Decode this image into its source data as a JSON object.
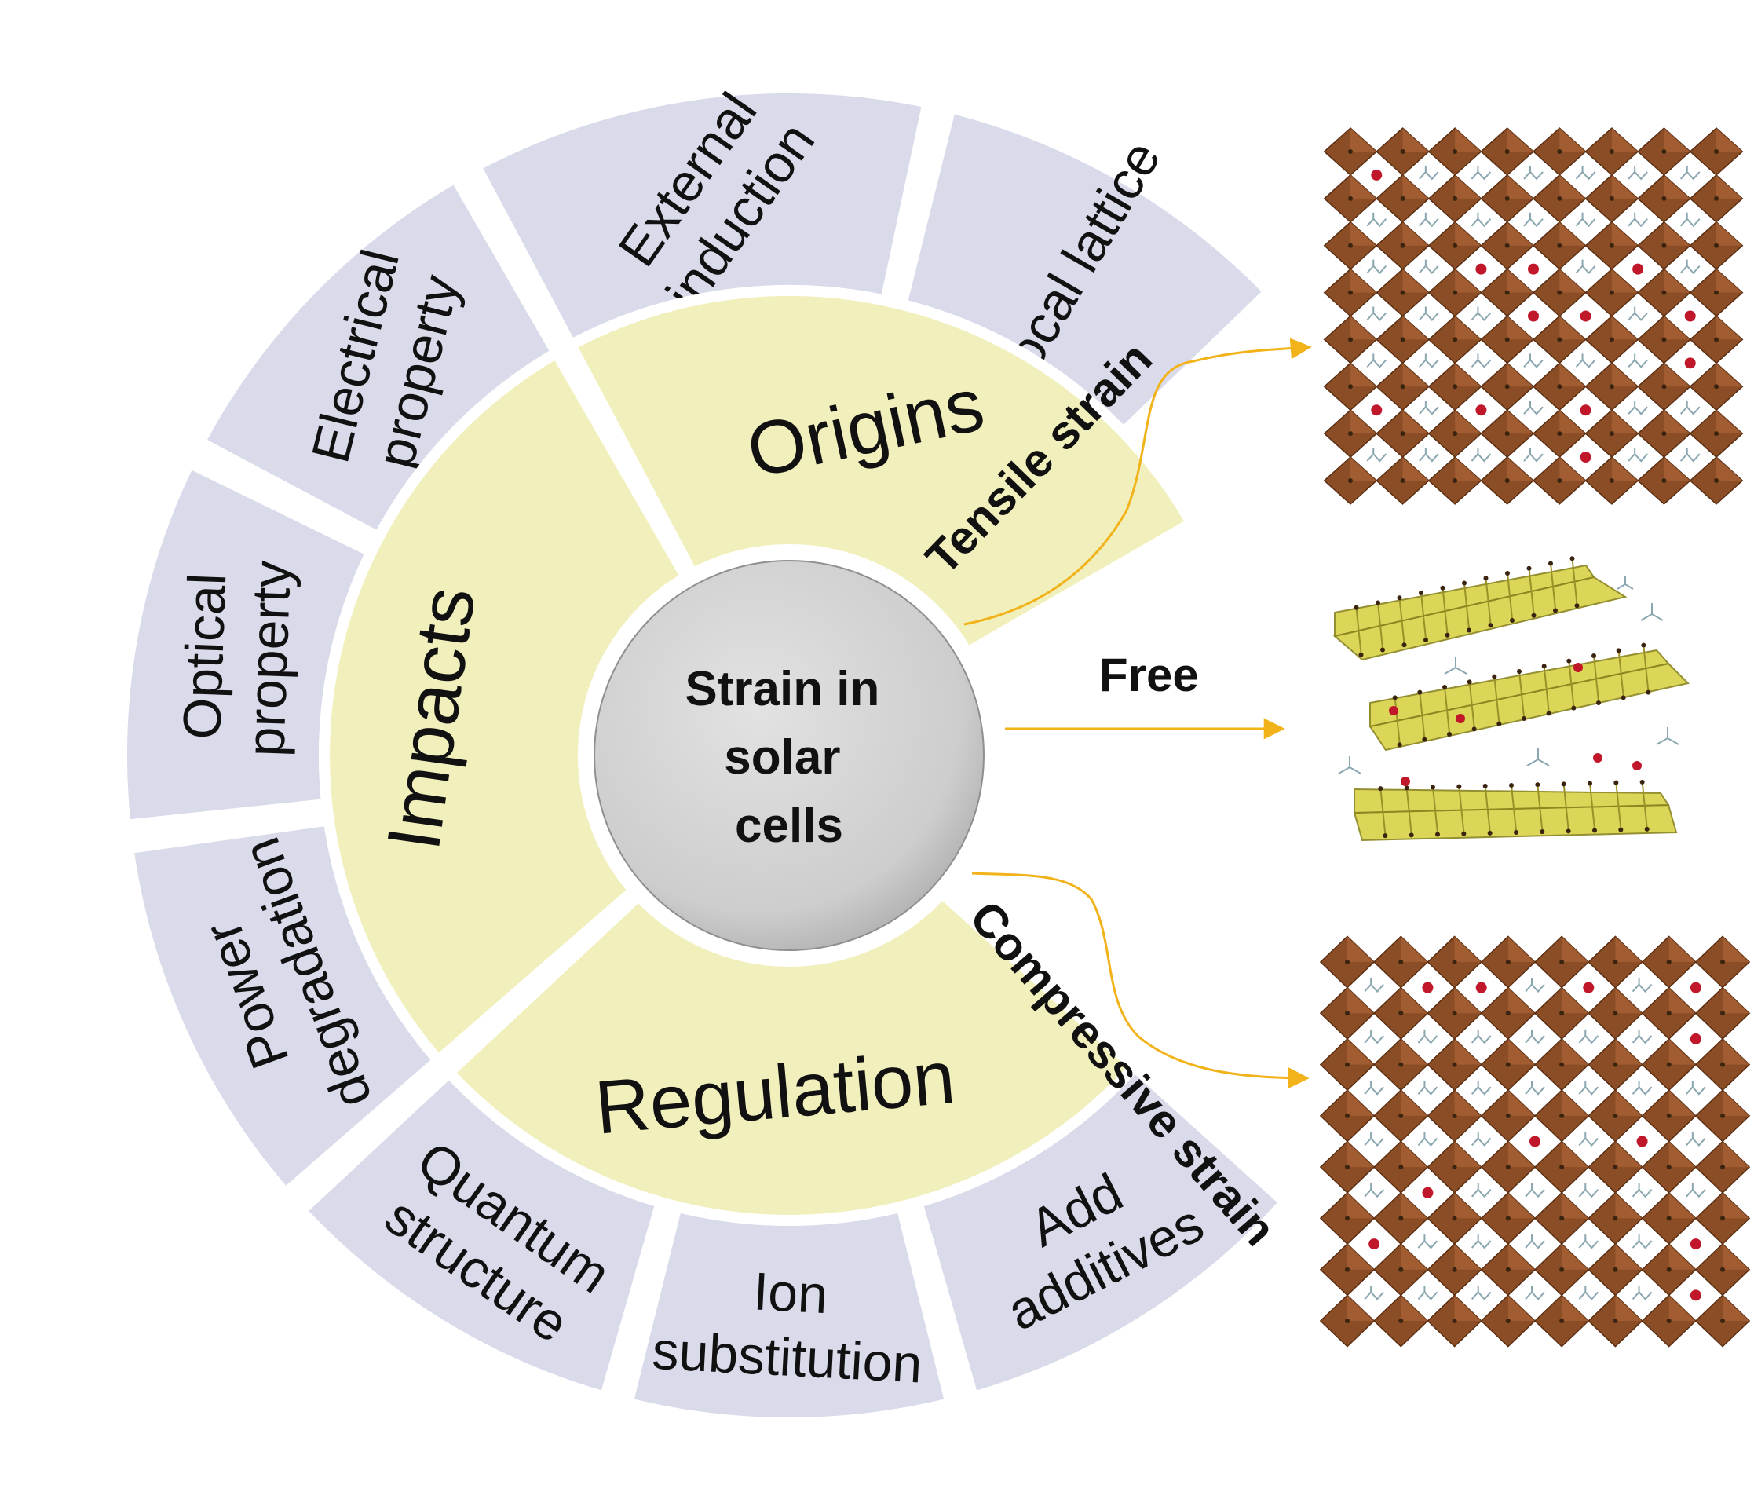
{
  "center": {
    "lines": [
      "Strain in",
      "solar",
      "cells"
    ]
  },
  "inner_ring": [
    {
      "id": "origins",
      "label": "Origins"
    },
    {
      "id": "impacts",
      "label": "Impacts"
    },
    {
      "id": "regulation",
      "label": "Regulation"
    }
  ],
  "outer_ring": [
    {
      "id": "local-lattice",
      "lines": [
        "Local lattice"
      ]
    },
    {
      "id": "external-induction",
      "lines": [
        "External",
        "induction"
      ]
    },
    {
      "id": "electrical-property",
      "lines": [
        "Electrical",
        "property"
      ]
    },
    {
      "id": "optical-property",
      "lines": [
        "Optical",
        "property"
      ]
    },
    {
      "id": "power-degradation",
      "lines": [
        "Power",
        "degradation"
      ]
    },
    {
      "id": "quantum-structure",
      "lines": [
        "Quantum",
        "structure"
      ]
    },
    {
      "id": "ion-substitution",
      "lines": [
        "Ion",
        "substitution"
      ]
    },
    {
      "id": "add-additives",
      "lines": [
        "Add",
        "additives"
      ]
    }
  ],
  "strain_types": [
    {
      "id": "tensile",
      "label": "Tensile strain"
    },
    {
      "id": "free",
      "label": "Free"
    },
    {
      "id": "compressive",
      "label": "Compressive strain"
    }
  ],
  "colors": {
    "outer_segment": "#d9daea",
    "inner_segment": "#f1f0bd",
    "center_circle": "#cfcfcf",
    "connector": "#f2b21a",
    "octahedron": "#8b4d25",
    "layered_slab": "#d9d24a"
  },
  "icons": [
    "perovskite-lattice-tensile",
    "layered-perovskite-free",
    "perovskite-lattice-compressive"
  ]
}
